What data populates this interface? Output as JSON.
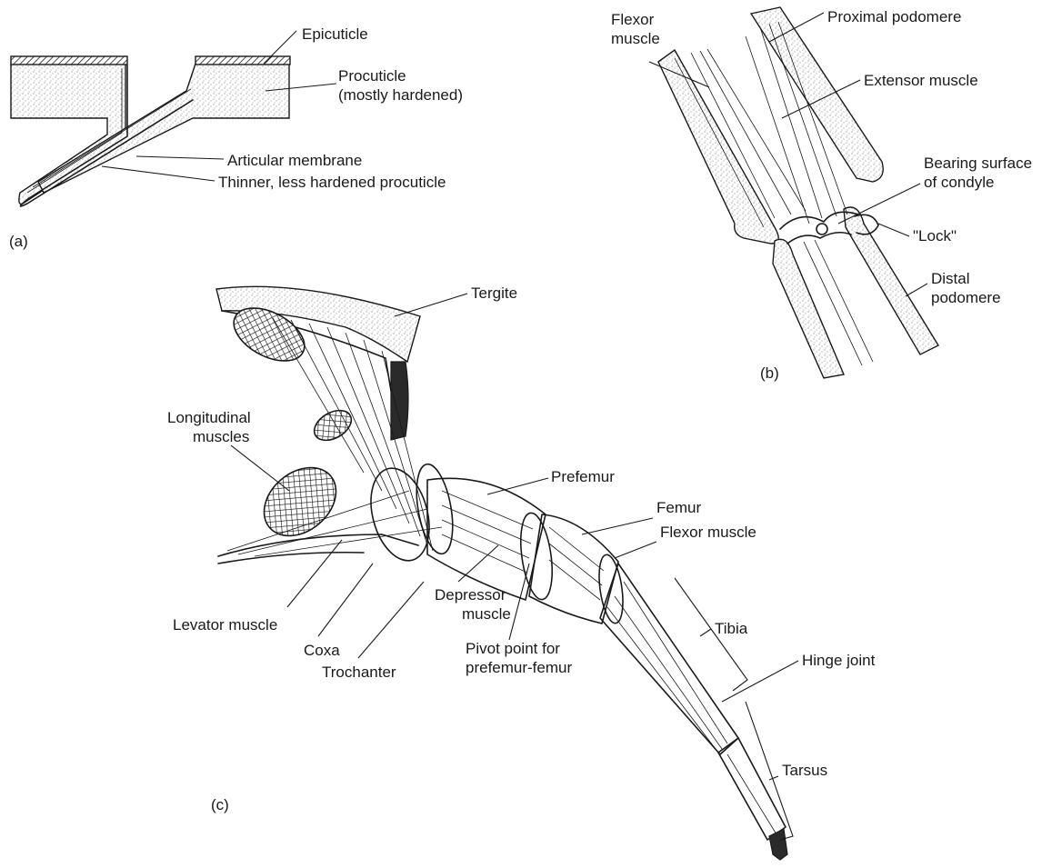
{
  "panels": {
    "a": {
      "tag": "(a)",
      "labels": {
        "epicuticle": "Epicuticle",
        "procuticle_1": "Procuticle",
        "procuticle_2": "(mostly hardened)",
        "articular_membrane": "Articular membrane",
        "thinner_procuticle": "Thinner, less hardened procuticle"
      }
    },
    "b": {
      "tag": "(b)",
      "labels": {
        "flexor_1": "Flexor",
        "flexor_2": "muscle",
        "proximal_podomere": "Proximal podomere",
        "extensor_muscle": "Extensor muscle",
        "bearing_1": "Bearing surface",
        "bearing_2": "of condyle",
        "lock": "\"Lock\"",
        "distal_1": "Distal",
        "distal_2": "podomere"
      }
    },
    "c": {
      "tag": "(c)",
      "labels": {
        "tergite": "Tergite",
        "longitudinal_1": "Longitudinal",
        "longitudinal_2": "muscles",
        "prefemur": "Prefemur",
        "femur": "Femur",
        "flexor_muscle": "Flexor muscle",
        "tibia": "Tibia",
        "levator_muscle": "Levator muscle",
        "coxa": "Coxa",
        "depressor_1": "Depressor",
        "depressor_2": "muscle",
        "trochanter": "Trochanter",
        "pivot_1": "Pivot point for",
        "pivot_2": "prefemur-femur",
        "hinge_joint": "Hinge joint",
        "tarsus": "Tarsus"
      }
    }
  }
}
